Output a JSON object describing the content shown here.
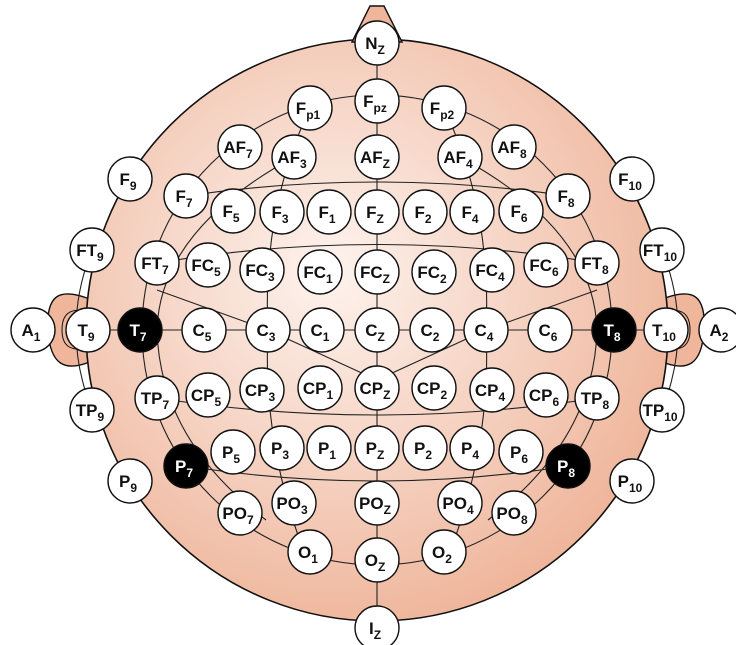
{
  "colors": {
    "head_fill": "#efb69c",
    "head_highlight": "#fdf3ee",
    "electrode_fill": "#ffffff",
    "electrode_highlight_fill": "#000000",
    "outline": "#111111"
  },
  "electrodes": [
    {
      "id": "Nz",
      "base": "N",
      "sub": "Z",
      "highlighted": false
    },
    {
      "id": "Fp1",
      "base": "F",
      "sub": "p1",
      "highlighted": false
    },
    {
      "id": "Fpz",
      "base": "F",
      "sub": "pz",
      "highlighted": false
    },
    {
      "id": "Fp2",
      "base": "F",
      "sub": "p2",
      "highlighted": false
    },
    {
      "id": "AF7",
      "base": "AF",
      "sub": "7",
      "highlighted": false
    },
    {
      "id": "AF3",
      "base": "AF",
      "sub": "3",
      "highlighted": false
    },
    {
      "id": "AFz",
      "base": "AF",
      "sub": "Z",
      "highlighted": false
    },
    {
      "id": "AF4",
      "base": "AF",
      "sub": "4",
      "highlighted": false
    },
    {
      "id": "AF8",
      "base": "AF",
      "sub": "8",
      "highlighted": false
    },
    {
      "id": "F9",
      "base": "F",
      "sub": "9",
      "highlighted": false
    },
    {
      "id": "F7",
      "base": "F",
      "sub": "7",
      "highlighted": false
    },
    {
      "id": "F5",
      "base": "F",
      "sub": "5",
      "highlighted": false
    },
    {
      "id": "F3",
      "base": "F",
      "sub": "3",
      "highlighted": false
    },
    {
      "id": "F1",
      "base": "F",
      "sub": "1",
      "highlighted": false
    },
    {
      "id": "Fz",
      "base": "F",
      "sub": "Z",
      "highlighted": false
    },
    {
      "id": "F2",
      "base": "F",
      "sub": "2",
      "highlighted": false
    },
    {
      "id": "F4",
      "base": "F",
      "sub": "4",
      "highlighted": false
    },
    {
      "id": "F6",
      "base": "F",
      "sub": "6",
      "highlighted": false
    },
    {
      "id": "F8",
      "base": "F",
      "sub": "8",
      "highlighted": false
    },
    {
      "id": "F10",
      "base": "F",
      "sub": "10",
      "highlighted": false
    },
    {
      "id": "FT9",
      "base": "FT",
      "sub": "9",
      "highlighted": false
    },
    {
      "id": "FT7",
      "base": "FT",
      "sub": "7",
      "highlighted": false
    },
    {
      "id": "FC5",
      "base": "FC",
      "sub": "5",
      "highlighted": false
    },
    {
      "id": "FC3",
      "base": "FC",
      "sub": "3",
      "highlighted": false
    },
    {
      "id": "FC1",
      "base": "FC",
      "sub": "1",
      "highlighted": false
    },
    {
      "id": "FCz",
      "base": "FC",
      "sub": "Z",
      "highlighted": false
    },
    {
      "id": "FC2",
      "base": "FC",
      "sub": "2",
      "highlighted": false
    },
    {
      "id": "FC4",
      "base": "FC",
      "sub": "4",
      "highlighted": false
    },
    {
      "id": "FC6",
      "base": "FC",
      "sub": "6",
      "highlighted": false
    },
    {
      "id": "FT8",
      "base": "FT",
      "sub": "8",
      "highlighted": false
    },
    {
      "id": "FT10",
      "base": "FT",
      "sub": "10",
      "highlighted": false
    },
    {
      "id": "A1",
      "base": "A",
      "sub": "1",
      "highlighted": false
    },
    {
      "id": "T9",
      "base": "T",
      "sub": "9",
      "highlighted": false
    },
    {
      "id": "T7",
      "base": "T",
      "sub": "7",
      "highlighted": true
    },
    {
      "id": "C5",
      "base": "C",
      "sub": "5",
      "highlighted": false
    },
    {
      "id": "C3",
      "base": "C",
      "sub": "3",
      "highlighted": false
    },
    {
      "id": "C1",
      "base": "C",
      "sub": "1",
      "highlighted": false
    },
    {
      "id": "Cz",
      "base": "C",
      "sub": "Z",
      "highlighted": false
    },
    {
      "id": "C2",
      "base": "C",
      "sub": "2",
      "highlighted": false
    },
    {
      "id": "C4",
      "base": "C",
      "sub": "4",
      "highlighted": false
    },
    {
      "id": "C6",
      "base": "C",
      "sub": "6",
      "highlighted": false
    },
    {
      "id": "T8",
      "base": "T",
      "sub": "8",
      "highlighted": true
    },
    {
      "id": "T10",
      "base": "T",
      "sub": "10",
      "highlighted": false
    },
    {
      "id": "A2",
      "base": "A",
      "sub": "2",
      "highlighted": false
    },
    {
      "id": "TP9",
      "base": "TP",
      "sub": "9",
      "highlighted": false
    },
    {
      "id": "TP7",
      "base": "TP",
      "sub": "7",
      "highlighted": false
    },
    {
      "id": "CP5",
      "base": "CP",
      "sub": "5",
      "highlighted": false
    },
    {
      "id": "CP3",
      "base": "CP",
      "sub": "3",
      "highlighted": false
    },
    {
      "id": "CP1",
      "base": "CP",
      "sub": "1",
      "highlighted": false
    },
    {
      "id": "CPz",
      "base": "CP",
      "sub": "Z",
      "highlighted": false
    },
    {
      "id": "CP2",
      "base": "CP",
      "sub": "2",
      "highlighted": false
    },
    {
      "id": "CP4",
      "base": "CP",
      "sub": "4",
      "highlighted": false
    },
    {
      "id": "CP6",
      "base": "CP",
      "sub": "6",
      "highlighted": false
    },
    {
      "id": "TP8",
      "base": "TP",
      "sub": "8",
      "highlighted": false
    },
    {
      "id": "TP10",
      "base": "TP",
      "sub": "10",
      "highlighted": false
    },
    {
      "id": "P9",
      "base": "P",
      "sub": "9",
      "highlighted": false
    },
    {
      "id": "P7",
      "base": "P",
      "sub": "7",
      "highlighted": true
    },
    {
      "id": "P5",
      "base": "P",
      "sub": "5",
      "highlighted": false
    },
    {
      "id": "P3",
      "base": "P",
      "sub": "3",
      "highlighted": false
    },
    {
      "id": "P1",
      "base": "P",
      "sub": "1",
      "highlighted": false
    },
    {
      "id": "Pz",
      "base": "P",
      "sub": "Z",
      "highlighted": false
    },
    {
      "id": "P2",
      "base": "P",
      "sub": "2",
      "highlighted": false
    },
    {
      "id": "P4",
      "base": "P",
      "sub": "4",
      "highlighted": false
    },
    {
      "id": "P6",
      "base": "P",
      "sub": "6",
      "highlighted": false
    },
    {
      "id": "P8",
      "base": "P",
      "sub": "8",
      "highlighted": true
    },
    {
      "id": "P10",
      "base": "P",
      "sub": "10",
      "highlighted": false
    },
    {
      "id": "PO7",
      "base": "PO",
      "sub": "7",
      "highlighted": false
    },
    {
      "id": "PO3",
      "base": "PO",
      "sub": "3",
      "highlighted": false
    },
    {
      "id": "POz",
      "base": "PO",
      "sub": "Z",
      "highlighted": false
    },
    {
      "id": "PO4",
      "base": "PO",
      "sub": "4",
      "highlighted": false
    },
    {
      "id": "PO8",
      "base": "PO",
      "sub": "8",
      "highlighted": false
    },
    {
      "id": "O1",
      "base": "O",
      "sub": "1",
      "highlighted": false
    },
    {
      "id": "Oz",
      "base": "O",
      "sub": "Z",
      "highlighted": false
    },
    {
      "id": "O2",
      "base": "O",
      "sub": "2",
      "highlighted": false
    },
    {
      "id": "Iz",
      "base": "I",
      "sub": "Z",
      "highlighted": false
    }
  ]
}
